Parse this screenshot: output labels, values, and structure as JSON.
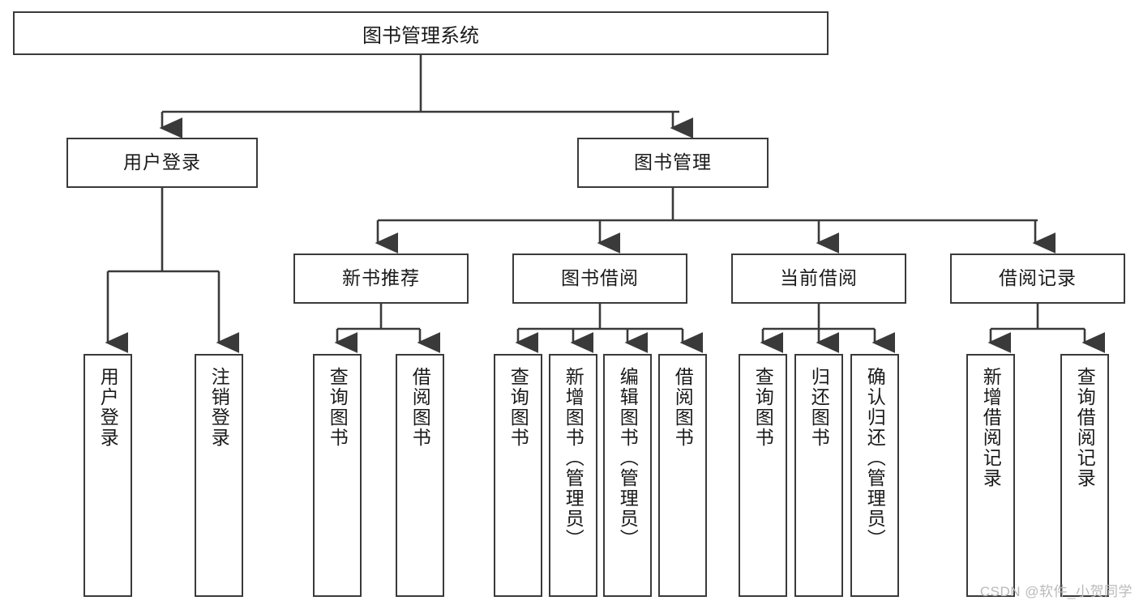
{
  "diagram": {
    "title": "图书管理系统",
    "watermark": "CSDN @软件_小贺同学",
    "level2": {
      "user_login": "用户登录",
      "book_manage": "图书管理"
    },
    "level3": {
      "new_book_recommend": "新书推荐",
      "book_borrow": "图书借阅",
      "current_borrow": "当前借阅",
      "borrow_record": "借阅记录"
    },
    "leaves": {
      "user_login_children": [
        "用户登录",
        "注销登录"
      ],
      "new_book_recommend_children": [
        "查询图书",
        "借阅图书"
      ],
      "book_borrow_children": [
        "查询图书",
        "新增图书（管理员）",
        "编辑图书（管理员）",
        "借阅图书"
      ],
      "current_borrow_children": [
        "查询图书",
        "归还图书",
        "确认归还（管理员）"
      ],
      "borrow_record_children": [
        "新增借阅记录",
        "查询借阅记录"
      ]
    },
    "colors": {
      "stroke": "#3a3a3a",
      "text": "#1a1a1a",
      "background": "#ffffff",
      "watermark": "#b9b9b9"
    }
  }
}
